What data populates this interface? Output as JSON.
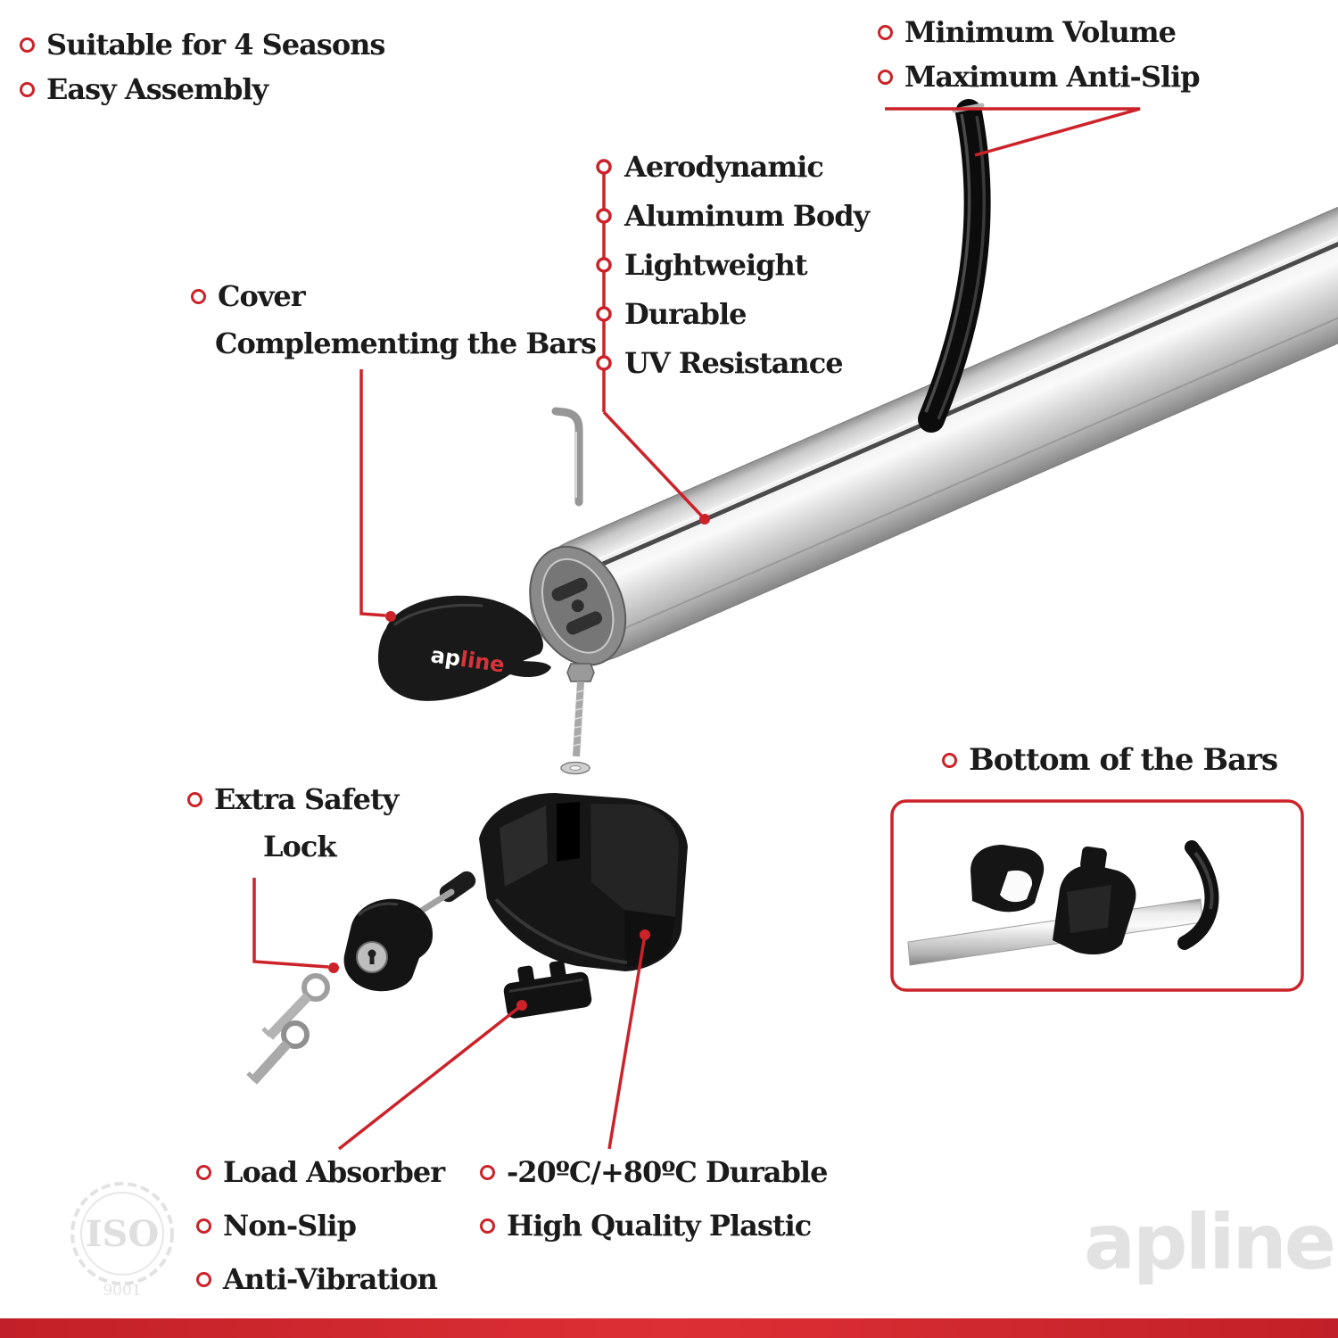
{
  "colors": {
    "accent_red": "#cc2229",
    "brand_red": "#d6333a",
    "text": "#1b1b1b",
    "watermark_gray": "#e2e2e2",
    "bottom_bar_red": "#d2252b"
  },
  "top_left_features": {
    "items": [
      "Suitable for 4 Seasons",
      "Easy Assembly"
    ]
  },
  "top_right_features": {
    "items": [
      "Minimum Volume",
      "Maximum Anti-Slip"
    ]
  },
  "bar_features": {
    "items": [
      "Aerodynamic",
      "Aluminum Body",
      "Lightweight",
      "Durable",
      "UV Resistance"
    ]
  },
  "cover_label": {
    "line1": "Cover",
    "line2": "Complementing the Bars"
  },
  "lock_label": {
    "line1": "Extra Safety",
    "line2": "Lock"
  },
  "bottom_of_bars_label": "Bottom of the Bars",
  "foot_features": {
    "items": [
      "Load Absorber",
      "Non-Slip",
      "Anti-Vibration"
    ]
  },
  "material_features": {
    "items": [
      "-20ºC/+80ºC Durable",
      "High Quality Plastic"
    ]
  },
  "brand": {
    "watermark": "apline",
    "logo_part1": "ap",
    "logo_part2": "line"
  },
  "iso_stamp": {
    "title": "ISO",
    "subtitle": "9001"
  }
}
